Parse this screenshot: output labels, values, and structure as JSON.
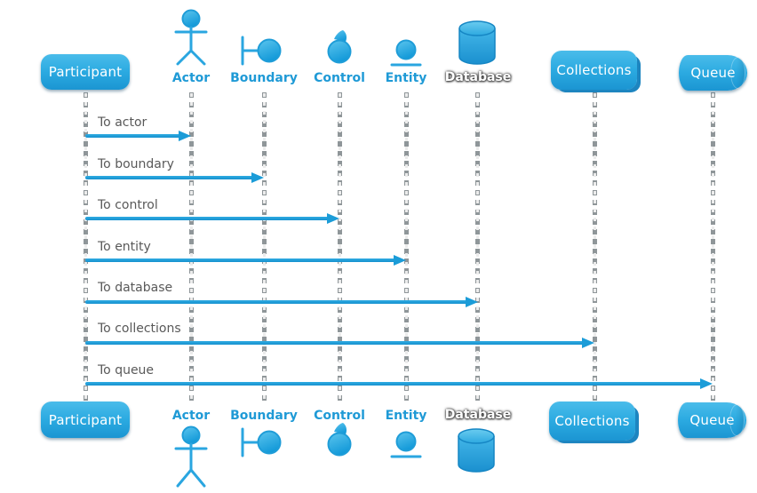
{
  "diagram_type": "uml-sequence-diagram",
  "participants": [
    {
      "id": "participant",
      "type": "box",
      "label": "Participant"
    },
    {
      "id": "actor",
      "type": "actor",
      "label": "Actor"
    },
    {
      "id": "boundary",
      "type": "boundary",
      "label": "Boundary"
    },
    {
      "id": "control",
      "type": "control",
      "label": "Control"
    },
    {
      "id": "entity",
      "type": "entity",
      "label": "Entity"
    },
    {
      "id": "database",
      "type": "database",
      "label": "Database"
    },
    {
      "id": "collections",
      "type": "collections",
      "label": "Collections"
    },
    {
      "id": "queue",
      "type": "queue",
      "label": "Queue"
    }
  ],
  "messages": [
    {
      "from": "Participant",
      "to": "Actor",
      "label": "To actor"
    },
    {
      "from": "Participant",
      "to": "Boundary",
      "label": "To boundary"
    },
    {
      "from": "Participant",
      "to": "Control",
      "label": "To control"
    },
    {
      "from": "Participant",
      "to": "Entity",
      "label": "To entity"
    },
    {
      "from": "Participant",
      "to": "Database",
      "label": "To database"
    },
    {
      "from": "Participant",
      "to": "Collections",
      "label": "To collections"
    },
    {
      "from": "Participant",
      "to": "Queue",
      "label": "To queue"
    }
  ],
  "colors": {
    "accent": "#29abe2",
    "box_gradient_top": "#4abcea",
    "box_gradient_bottom": "#1b95d2",
    "arrow": "#1b9cd8",
    "stereotype_label": "#1f9ad6",
    "database_label": "#ffffff",
    "message_text": "#595959",
    "lifeline": "#8f9699",
    "background": "#ffffff"
  }
}
